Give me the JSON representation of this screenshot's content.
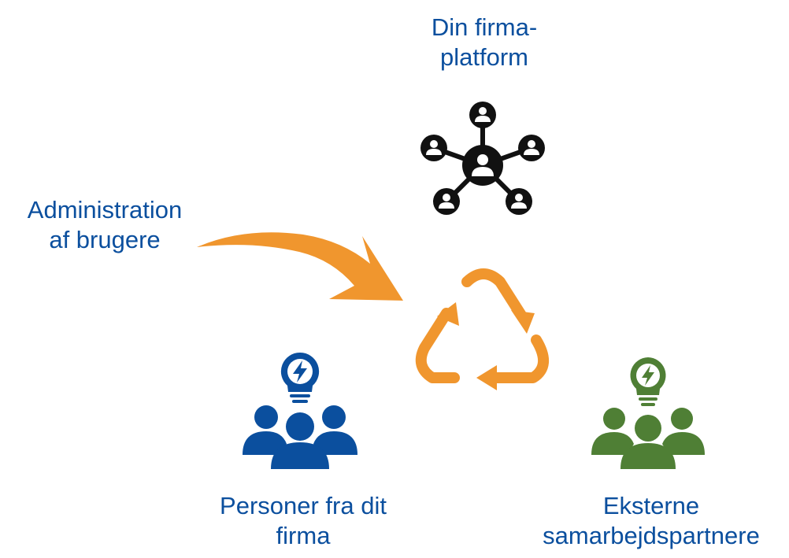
{
  "labels": {
    "platform": [
      "Din firma-",
      "platform"
    ],
    "admin": [
      "Administration",
      "af brugere"
    ],
    "personer": [
      "Personer fra dit",
      "firma"
    ],
    "eksterne": [
      "Eksterne",
      "samarbejdspartnere"
    ]
  },
  "colors": {
    "text": "#0b4f9e",
    "arrow": "#f0962e",
    "team_blue": "#0b4f9e",
    "team_green": "#4f7f35",
    "network": "#111111"
  },
  "icons": {
    "network": "network-users-icon",
    "arrow": "curved-arrow-icon",
    "recycle": "recycle-icon",
    "team_internal": "team-lightbulb-icon",
    "team_external": "team-lightbulb-icon"
  }
}
